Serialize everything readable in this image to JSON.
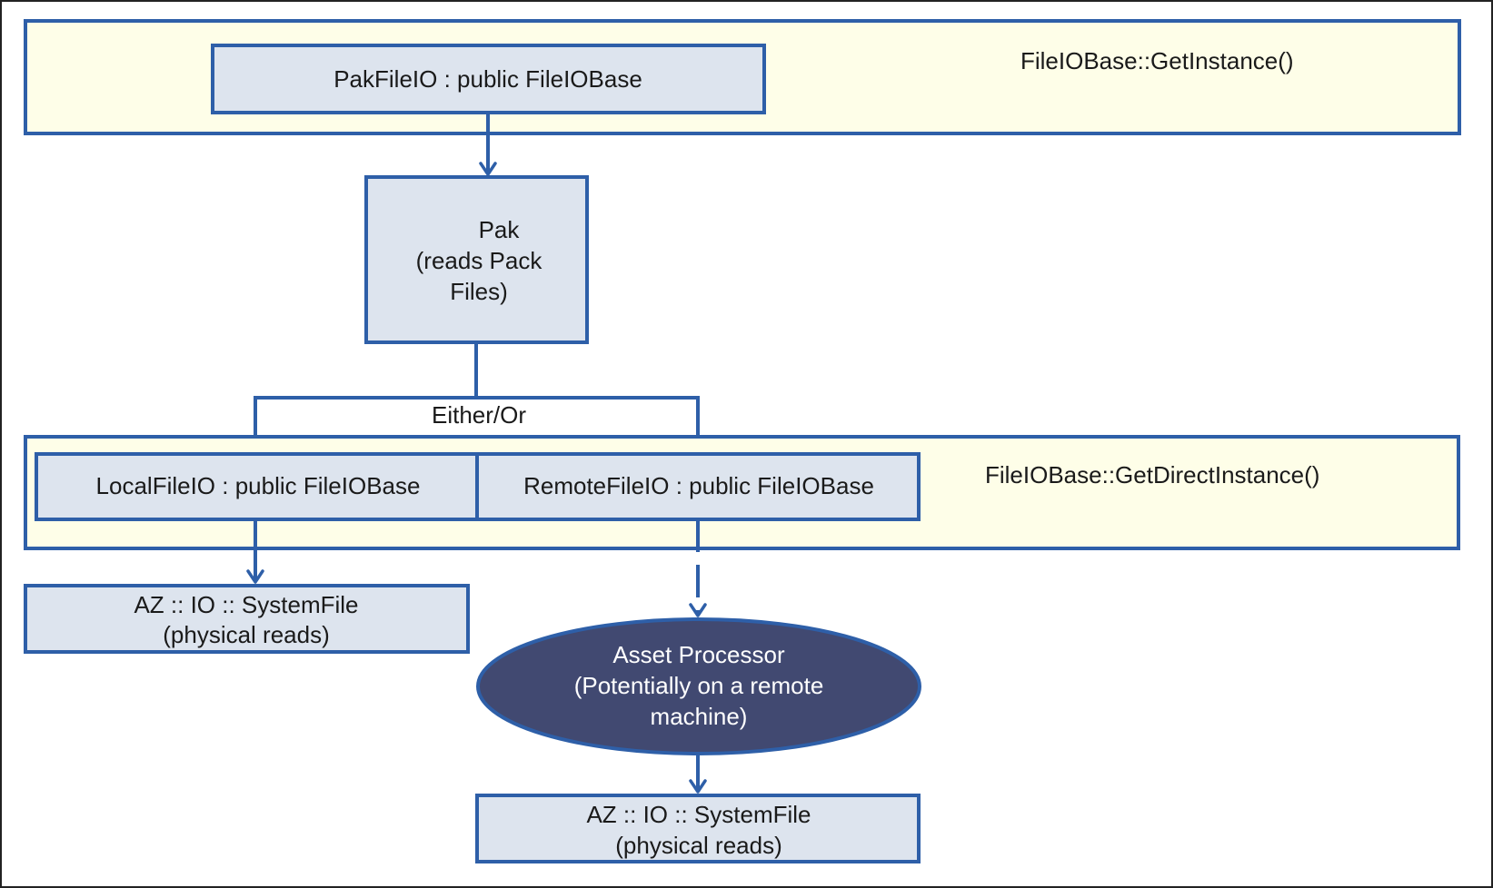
{
  "colors": {
    "stroke": "#2e5fa8",
    "band_fill": "#fefee8",
    "box_fill": "#dde4ee",
    "ellipse_fill": "#414971",
    "text": "#1a1a1a",
    "ellipse_text": "#ffffff",
    "frame": "#222222"
  },
  "top_band": {
    "label": "FileIOBase::GetInstance()",
    "pakfileio_box": "PakFileIO : public FileIOBase"
  },
  "pak_box": {
    "line1": "Pak",
    "line2": "(reads Pack",
    "line3": "Files)"
  },
  "split_label": "Either/Or",
  "bottom_band": {
    "label": "FileIOBase::GetDirectInstance()",
    "local_box": "LocalFileIO : public FileIOBase",
    "remote_box": "RemoteFileIO : public FileIOBase"
  },
  "local_systemfile": {
    "line1": "AZ :: IO :: SystemFile",
    "line2": "(physical reads)"
  },
  "asset_processor": {
    "line1": "Asset Processor",
    "line2": "(Potentially on a remote",
    "line3": "machine)"
  },
  "remote_systemfile": {
    "line1": "AZ :: IO :: SystemFile",
    "line2": "(physical reads)"
  }
}
